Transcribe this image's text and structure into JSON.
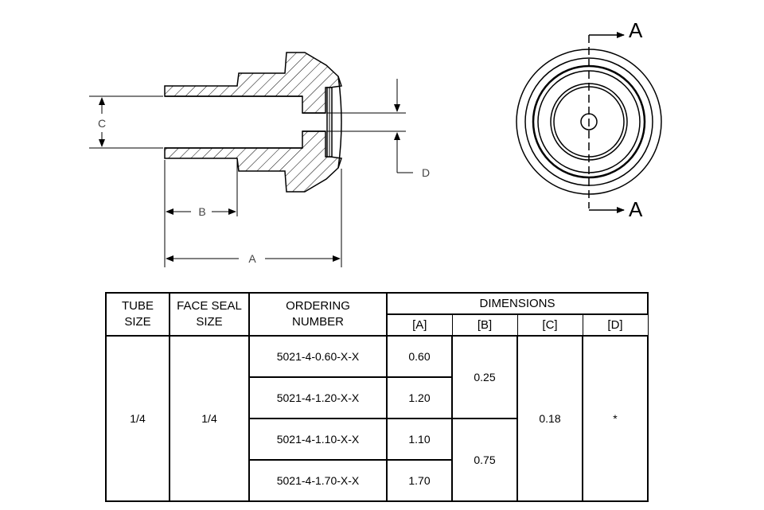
{
  "drawing": {
    "dimension_labels": {
      "a": "A",
      "b": "B",
      "c": "C",
      "d": "D"
    },
    "section_labels": {
      "top": "A",
      "bottom": "A"
    }
  },
  "table": {
    "headers": {
      "tube_size_line1": "TUBE",
      "tube_size_line2": "SIZE",
      "face_seal_line1": "FACE SEAL",
      "face_seal_line2": "SIZE",
      "ordering_line1": "ORDERING",
      "ordering_line2": "NUMBER",
      "dimensions": "DIMENSIONS",
      "dim_a": "[A]",
      "dim_b": "[B]",
      "dim_c": "[C]",
      "dim_d": "[D]"
    },
    "tube_size": "1/4",
    "face_seal_size": "1/4",
    "rows": [
      {
        "ordering_number": "5021-4-0.60-X-X",
        "a": "0.60"
      },
      {
        "ordering_number": "5021-4-1.20-X-X",
        "a": "1.20"
      },
      {
        "ordering_number": "5021-4-1.10-X-X",
        "a": "1.10"
      },
      {
        "ordering_number": "5021-4-1.70-X-X",
        "a": "1.70"
      }
    ],
    "b_values": [
      "0.25",
      "0.75"
    ],
    "c_value": "0.18",
    "d_value": "*"
  }
}
